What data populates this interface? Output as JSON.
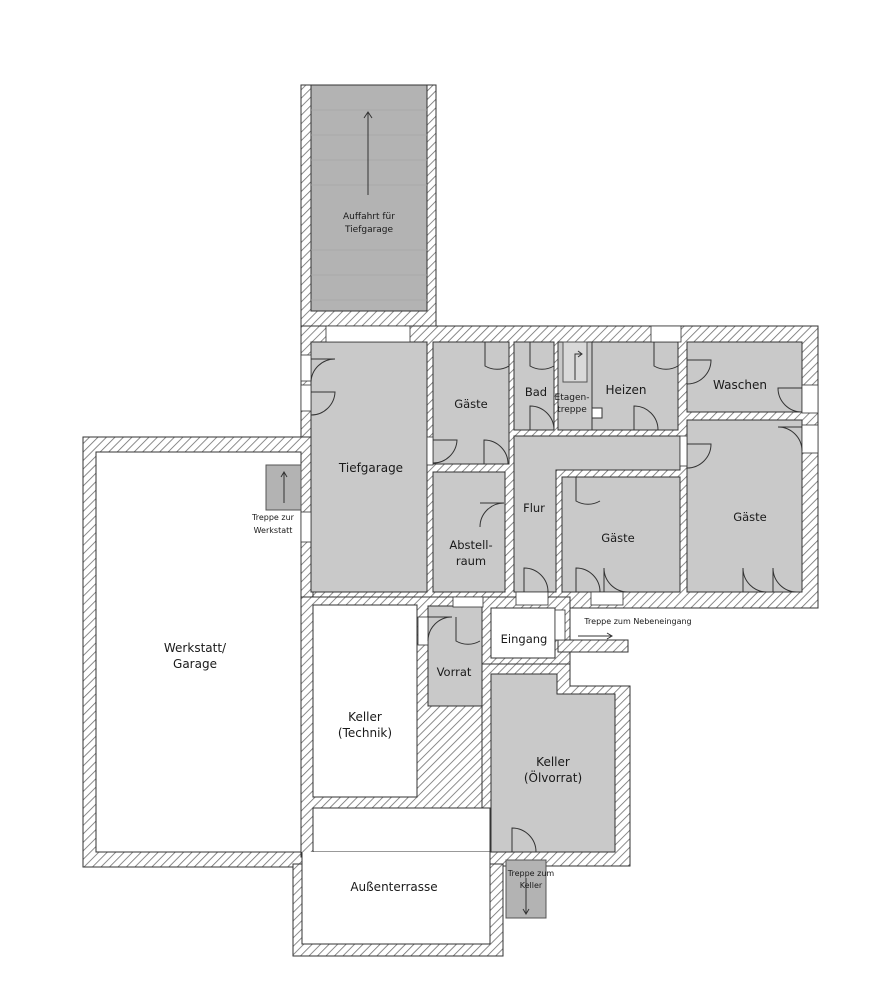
{
  "colors": {
    "wall_hatch": "#6e6e6e",
    "wall_fill": "#ffffff",
    "room_gray": "#c9c9c9",
    "room_white": "#ffffff",
    "ramp_gray": "#b3b3b3",
    "line": "#333333"
  },
  "rooms": {
    "auffahrt_1": "Auffahrt für",
    "auffahrt_2": "Tiefgarage",
    "tiefgarage": "Tiefgarage",
    "gaeste_1": "Gäste",
    "bad": "Bad",
    "etagen_1": "Etagen-",
    "etagen_2": "treppe",
    "heizen": "Heizen",
    "waschen": "Waschen",
    "flur": "Flur",
    "abstell_1": "Abstell-",
    "abstell_2": "raum",
    "gaeste_2": "Gäste",
    "gaeste_3": "Gäste",
    "werkstatt_1": "Werkstatt/",
    "werkstatt_2": "Garage",
    "keller_technik_1": "Keller",
    "keller_technik_2": "(Technik)",
    "vorrat": "Vorrat",
    "eingang": "Eingang",
    "keller_oel_1": "Keller",
    "keller_oel_2": "(Ölvorrat)",
    "aussenterrasse": "Außenterrasse"
  },
  "notes": {
    "treppe_werkstatt_1": "Treppe zur",
    "treppe_werkstatt_2": "Werkstatt",
    "treppe_neben": "Treppe zum Nebeneingang",
    "treppe_keller_1": "Treppe zum",
    "treppe_keller_2": "Keller"
  }
}
